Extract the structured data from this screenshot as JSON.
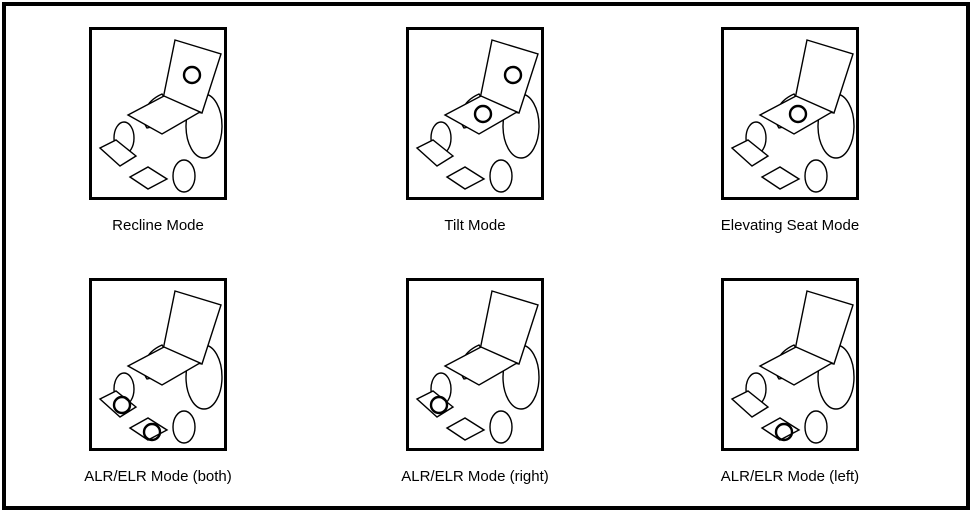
{
  "modes": [
    {
      "label": "Recline Mode",
      "indicator": "backrest",
      "icon": "wheelchair-recline-icon"
    },
    {
      "label": "Tilt Mode",
      "indicator": "backrest-and-seat",
      "icon": "wheelchair-tilt-icon"
    },
    {
      "label": "Elevating Seat Mode",
      "indicator": "seat",
      "icon": "wheelchair-elevating-seat-icon"
    },
    {
      "label": "ALR/ELR Mode (both)",
      "indicator": "both-legrests",
      "icon": "wheelchair-alr-elr-both-icon"
    },
    {
      "label": "ALR/ELR Mode (right)",
      "indicator": "right-legrest",
      "icon": "wheelchair-alr-elr-right-icon"
    },
    {
      "label": "ALR/ELR Mode (left)",
      "indicator": "left-legrest",
      "icon": "wheelchair-alr-elr-left-icon"
    }
  ],
  "colors": {
    "line": "#000000",
    "background": "#ffffff"
  }
}
